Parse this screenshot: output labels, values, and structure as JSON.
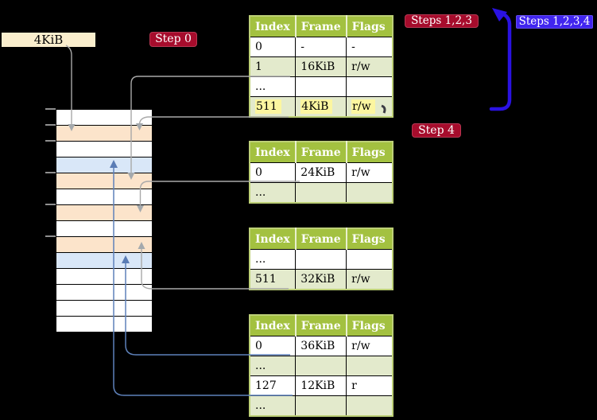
{
  "cr3_box": {
    "label": "4KiB"
  },
  "badges": {
    "step0": "Step 0",
    "steps123": "Steps 1,2,3",
    "steps1234": "Steps 1,2,3,4",
    "step4": "Step 4"
  },
  "tables": [
    {
      "name": "page-table-level-4",
      "columns": [
        "Index",
        "Frame",
        "Flags"
      ],
      "rows": [
        {
          "cells": [
            "0",
            "-",
            "-"
          ]
        },
        {
          "cells": [
            "1",
            "16KiB",
            "r/w"
          ]
        },
        {
          "cells": [
            "...",
            "",
            ""
          ]
        },
        {
          "cells": [
            "511",
            "4KiB",
            "r/w"
          ],
          "highlighted": true
        }
      ]
    },
    {
      "name": "page-table-level-3",
      "columns": [
        "Index",
        "Frame",
        "Flags"
      ],
      "rows": [
        {
          "cells": [
            "0",
            "24KiB",
            "r/w"
          ]
        },
        {
          "cells": [
            "...",
            "",
            ""
          ]
        }
      ]
    },
    {
      "name": "page-table-level-2",
      "columns": [
        "Index",
        "Frame",
        "Flags"
      ],
      "rows": [
        {
          "cells": [
            "...",
            "",
            ""
          ]
        },
        {
          "cells": [
            "511",
            "32KiB",
            "r/w"
          ]
        }
      ]
    },
    {
      "name": "page-table-level-1",
      "columns": [
        "Index",
        "Frame",
        "Flags"
      ],
      "rows": [
        {
          "cells": [
            "0",
            "36KiB",
            "r/w"
          ]
        },
        {
          "cells": [
            "...",
            "",
            ""
          ]
        },
        {
          "cells": [
            "127",
            "12KiB",
            "r"
          ]
        },
        {
          "cells": [
            "...",
            "",
            ""
          ]
        }
      ]
    }
  ],
  "memory_column": {
    "row_count": 14,
    "row_types": [
      "empty",
      "page-table",
      "empty",
      "mapped",
      "page-table",
      "empty",
      "page-table",
      "empty",
      "page-table",
      "mapped",
      "empty",
      "empty",
      "empty",
      "empty"
    ]
  },
  "colors": {
    "background": "#000000",
    "table_header_bg": "#a3c140",
    "table_row_alt": "#e3eacc",
    "table_border": "#bdd077",
    "highlight_yellow": "#fcf6a0",
    "cr3_box_bg": "#faeecd",
    "badge_red": "#a60c2c",
    "badge_blue": "#4125ef",
    "memory_page_table_row": "#fce4cb",
    "memory_mapped_row": "#d9e7f8",
    "arrow_gray": "#a9a9a9",
    "arrow_blue": "#5e81ba",
    "recursive_arrow": "#2a12e2"
  }
}
